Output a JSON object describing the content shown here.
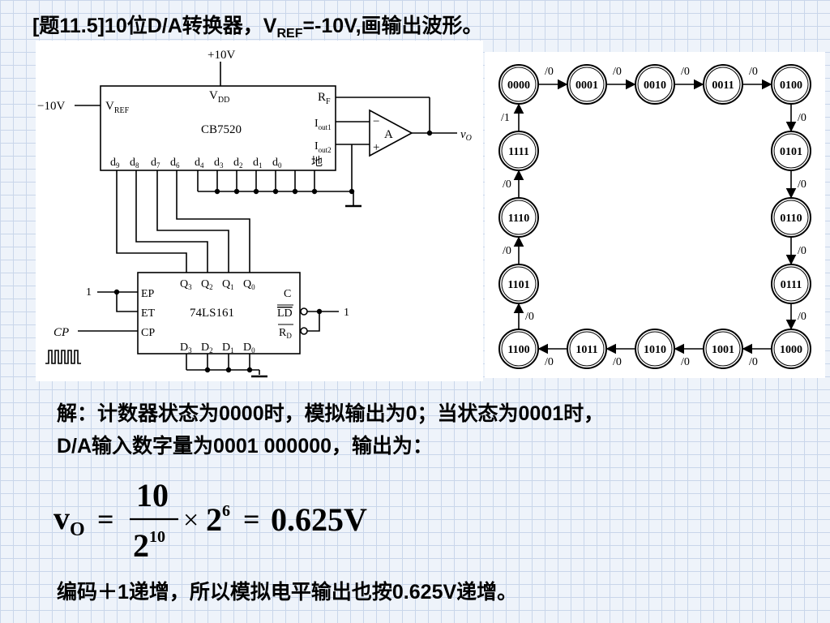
{
  "title": {
    "prefix": "[题11.5]10位D/A转换器，V",
    "sub": "REF",
    "suffix": "=-10V,画输出波形。"
  },
  "circuit": {
    "vdd_supply": "+10V",
    "vref_in": "−10V",
    "vref_pin": "V",
    "vref_sub": "REF",
    "vdd_pin": "V",
    "vdd_sub": "DD",
    "rf_pin": "R",
    "rf_sub": "F",
    "iout1_pin": "I",
    "iout1_sub": "out1",
    "iout2_pin": "I",
    "iout2_sub": "out2",
    "chip_name": "CB7520",
    "d_letter": "d",
    "dac_pin_subs": [
      "9",
      "8",
      "7",
      "6",
      "4",
      "3",
      "2",
      "1",
      "0"
    ],
    "gnd_pin": "地",
    "opamp_label": "A",
    "opamp_minus": "−",
    "opamp_plus": "+",
    "vo_letter": "v",
    "vo_sub": "O",
    "counter_name": "74LS161",
    "q_letter": "Q",
    "q_subs": [
      "3",
      "2",
      "1",
      "0"
    ],
    "d_pin_letter": "D",
    "d_in_subs": [
      "3",
      "2",
      "1",
      "0"
    ],
    "ep_pin": "EP",
    "et_pin": "ET",
    "cp_pin": "CP",
    "c_pin": "C",
    "ld_pin": "LD",
    "rd_letter": "R",
    "rd_sub": "D",
    "ep_et_input": "1",
    "ld_rd_input": "1",
    "clock_label": "CP"
  },
  "state_diagram": {
    "states": [
      "0000",
      "0001",
      "0010",
      "0011",
      "0100",
      "0101",
      "0110",
      "0111",
      "1000",
      "1001",
      "1010",
      "1011",
      "1100",
      "1101",
      "1110",
      "1111"
    ],
    "transition_label": "/0",
    "wrap_label": "/1"
  },
  "solution": {
    "line1": "解：计数器状态为0000时，模拟输出为0；当状态为0001时，",
    "line2": "D/A输入数字量为0001 000000，输出为："
  },
  "formula": {
    "lhs_v": "v",
    "lhs_sub": "O",
    "eq1": "=",
    "numerator": "10",
    "den_base": "2",
    "den_exp": "10",
    "times": "×",
    "mult_base": "2",
    "mult_exp": "6",
    "eq2": "=",
    "result": "0.625V"
  },
  "conclusion": "编码＋1递增，所以模拟电平输出也按0.625V递增。"
}
